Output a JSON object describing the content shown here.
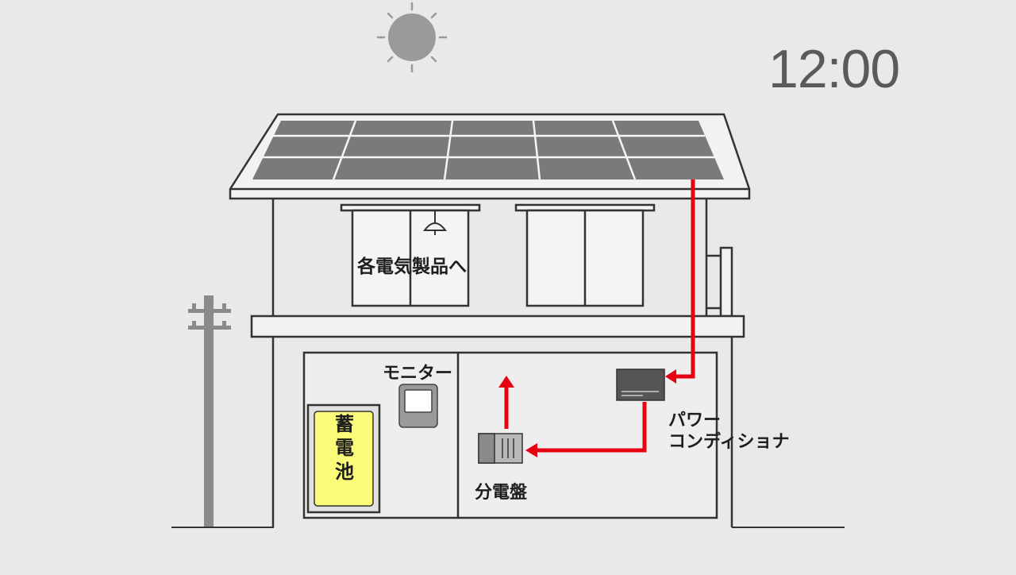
{
  "clock": {
    "time": "12:00"
  },
  "labels": {
    "appliances": "各電気製品へ",
    "monitor": "モニター",
    "power_conditioner_line1": "パワー",
    "power_conditioner_line2": "コンディショナ",
    "breaker_panel": "分電盤",
    "battery": "蓄\n電\n池"
  },
  "icons": {
    "sun": "sun-icon",
    "utility_pole": "utility-pole-icon",
    "lamp": "ceiling-lamp-icon"
  },
  "colors": {
    "background": "#e9e9e9",
    "line": "#333333",
    "solar_panel": "#7a7a7a",
    "flow_arrow": "#e60012",
    "battery_fill": "#fbfb7a",
    "sun": "#9a9a9a",
    "pole": "#8a8a8a"
  }
}
